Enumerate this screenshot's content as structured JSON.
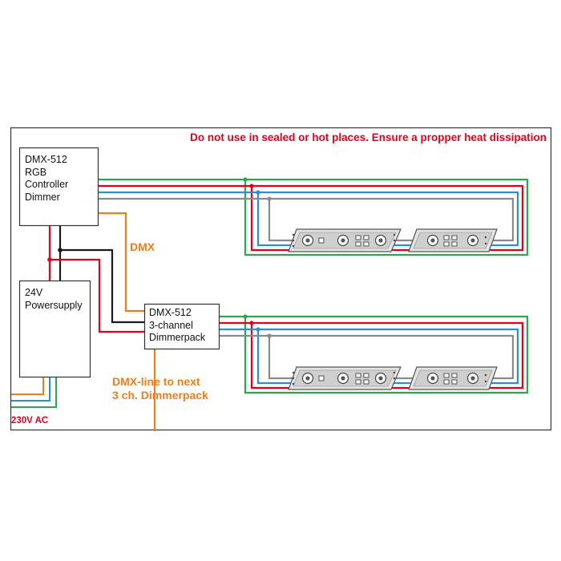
{
  "warning": "Do not use in sealed or hot places. Ensure a propper heat dissipation",
  "controller": {
    "lines": [
      "DMX-512",
      "RGB",
      "Controller",
      "Dimmer"
    ]
  },
  "powersupply": {
    "lines": [
      "24V",
      "Powersupply"
    ]
  },
  "dimmerpack": {
    "lines": [
      "DMX-512",
      "3-channel",
      "Dimmerpack"
    ]
  },
  "dmx_label": "DMX",
  "dmx_next": {
    "lines": [
      "DMX-line to next",
      "3 ch. Dimmerpack"
    ]
  },
  "ac_label": "230V AC",
  "colors": {
    "frame": "#333333",
    "green": "#2ba84a",
    "red": "#e4001b",
    "blue": "#2b8fd6",
    "gray": "#8a8a8a",
    "orange": "#f07d1a",
    "black": "#1a1a1a"
  }
}
